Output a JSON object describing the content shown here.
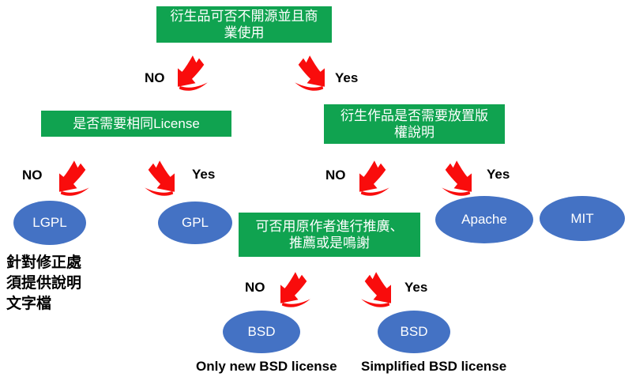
{
  "diagram": {
    "colors": {
      "box_green": "#10A350",
      "ellipse_blue": "#4472C4",
      "arrow_red": "#F90C0C",
      "label_black": "#000000"
    },
    "labels": {
      "no": "NO",
      "yes": "Yes"
    },
    "boxes": {
      "root": {
        "lines": [
          "衍生品可否不開源並且商",
          "業使用"
        ]
      },
      "same_license": {
        "lines": [
          "是否需要相同License"
        ]
      },
      "copyright_notice": {
        "lines": [
          "衍生作品是否需要放置版",
          "權說明"
        ]
      },
      "promotion": {
        "lines": [
          "可否用原作者進行推廣、",
          "推薦或是鳴謝"
        ]
      }
    },
    "ellipses": {
      "lgpl": "LGPL",
      "gpl": "GPL",
      "apache": "Apache",
      "mit": "MIT",
      "bsd_left": "BSD",
      "bsd_right": "BSD"
    },
    "notes": {
      "lgpl_note": {
        "lines": [
          "針對修正處",
          "須提供說明",
          "文字檔"
        ]
      },
      "bsd_left_caption": "Only new BSD license",
      "bsd_right_caption": "Simplified BSD license"
    }
  }
}
